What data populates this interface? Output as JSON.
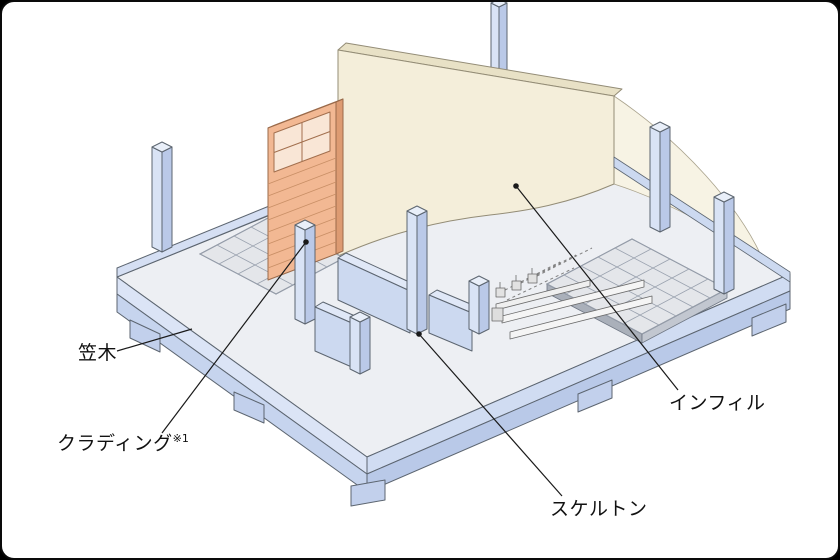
{
  "labels": {
    "kasagi": {
      "text": "笠木"
    },
    "cladding": {
      "text": "クラディング",
      "note": "※1"
    },
    "skeleton": {
      "text": "スケルトン"
    },
    "infill": {
      "text": "インフィル"
    }
  },
  "colors": {
    "canvas": "#ffffff",
    "frame_border": "#000000",
    "platform_top": "#edeff3",
    "structure_blue": "#ccd9f0",
    "structure_blue_light": "#d9e3f5",
    "structure_blue_shade": "#bac9e8",
    "infill_cream": "#f4eeda",
    "infill_cream_edge": "#e8e1c6",
    "cladding_orange": "#f2b893",
    "cladding_orange_shade": "#dd9b72",
    "floor_gray": "#e4e6ea",
    "outline": "#5c6570",
    "label_text": "#111111"
  }
}
